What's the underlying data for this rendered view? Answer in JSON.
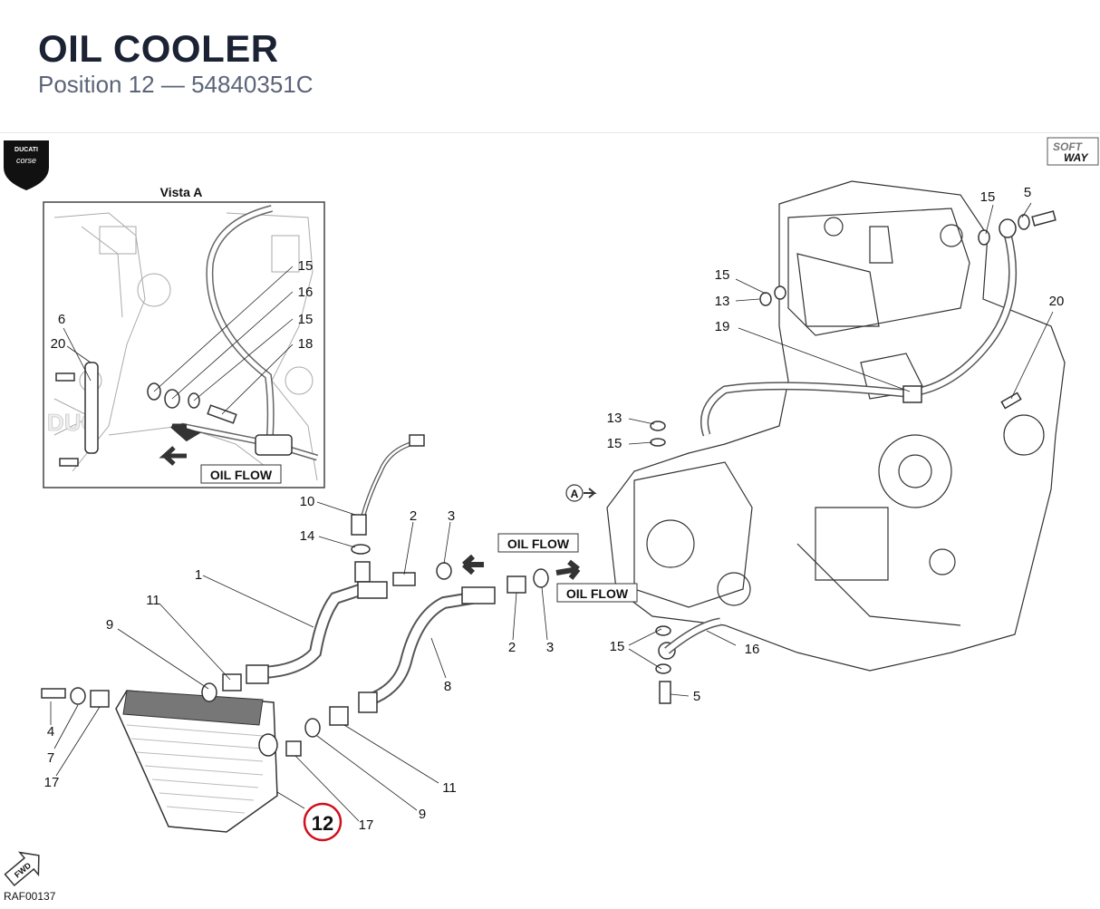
{
  "header": {
    "title": "OIL COOLER",
    "subtitle": "Position 12 — 54840351C"
  },
  "logos": {
    "left_brand": "DUCATI corse",
    "right_brand": "SOFT WAY"
  },
  "inset": {
    "title": "Vista A",
    "oil_flow": "OIL FLOW",
    "callouts": [
      "15",
      "16",
      "15",
      "18",
      "6",
      "20"
    ]
  },
  "main": {
    "oil_flow_labels": [
      "OIL FLOW",
      "OIL FLOW"
    ],
    "view_marker": "A",
    "highlighted_position": "12",
    "highlight_color": "#d0101c",
    "callouts": [
      "10",
      "14",
      "2",
      "3",
      "1",
      "11",
      "9",
      "4",
      "7",
      "17",
      "8",
      "2",
      "3",
      "11",
      "9",
      "17",
      "15",
      "5",
      "15",
      "13",
      "19",
      "20",
      "13",
      "15",
      "15",
      "16",
      "5"
    ]
  },
  "footer": {
    "fwd_label": "FWD",
    "ref_code": "RAF00137"
  }
}
